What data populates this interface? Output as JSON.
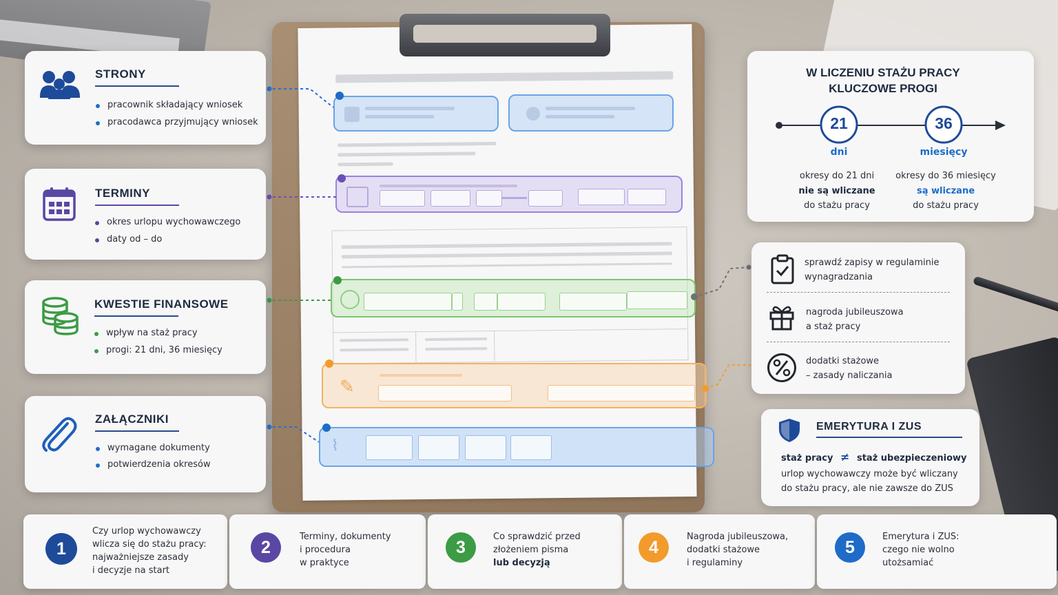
{
  "cards": {
    "strony": {
      "title": "STRONY",
      "items": [
        "pracownik składający wniosek",
        "pracodawca przyjmujący wniosek"
      ]
    },
    "terminy": {
      "title": "TERMINY",
      "items": [
        "okres urlopu wychowawczego",
        "daty od – do"
      ]
    },
    "finanse": {
      "title": "KWESTIE FINANSOWE",
      "items": [
        "wpływ na staż pracy",
        "progi: 21 dni, 36 miesięcy"
      ]
    },
    "zalaczniki": {
      "title": "ZAŁĄCZNIKI",
      "items": [
        "wymagane dokumenty",
        "potwierdzenia okresów"
      ]
    }
  },
  "thresholds": {
    "title_line1": "W LICZENIU STAŻU PRACY",
    "title_line2": "KLUCZOWE PROGI",
    "left": {
      "number": "21",
      "unit": "dni",
      "line1": "okresy do 21 dni",
      "line2": "nie są wliczane",
      "line3": "do stażu pracy"
    },
    "right": {
      "number": "36",
      "unit": "miesięcy",
      "line1": "okresy do 36 miesięcy",
      "line2": "są wliczane",
      "line3": "do stażu pracy"
    }
  },
  "checklist": [
    {
      "icon": "clipboard-check-icon",
      "line1": "sprawdź zapisy w regulaminie",
      "line2": "wynagradzania"
    },
    {
      "icon": "gift-icon",
      "line1": "nagroda jubileuszowa",
      "line2": "a staż pracy"
    },
    {
      "icon": "percent-icon",
      "line1": "dodatki stażowe",
      "line2": "– zasady naliczania"
    }
  ],
  "pension": {
    "title": "EMERYTURA I ZUS",
    "left_term": "staż pracy",
    "neq": "≠",
    "right_term": "staż ubezpieczeniowy",
    "line1": "urlop wychowawczy może być wliczany",
    "line2": "do stażu pracy, ale nie zawsze do ZUS"
  },
  "steps": [
    {
      "number": "1",
      "text": "Czy urlop wychowawczy\nwlicza się do stażu pracy:\nnajważniejsze zasady\ni decyzje na start",
      "bold": ""
    },
    {
      "number": "2",
      "text": "Terminy, dokumenty\ni procedura\nw praktyce",
      "bold": ""
    },
    {
      "number": "3",
      "text": "Co sprawdzić przed\nzłożeniem pisma",
      "bold": "lub decyzją"
    },
    {
      "number": "4",
      "text": "Nagroda jubileuszowa,\ndodatki stażowe\ni regulaminy",
      "bold": ""
    },
    {
      "number": "5",
      "text": "Emerytura i ZUS:\nczego nie wolno\nutożsamiać",
      "bold": ""
    }
  ],
  "colors": {
    "navy": "#1e4a9a",
    "purple": "#5a47a3",
    "green": "#3c9b45",
    "orange": "#f29b2c",
    "blue": "#1e6cc8",
    "form_blue": "#6aa4e6",
    "form_purple": "#9b82db",
    "form_green": "#7cc56f",
    "form_orange": "#f5b162"
  }
}
